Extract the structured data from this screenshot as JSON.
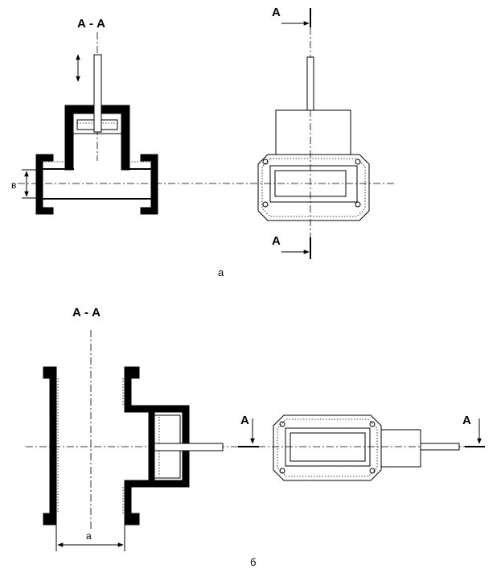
{
  "figure_a": {
    "section_title": "А - А",
    "marker_top": "А",
    "marker_bottom": "А",
    "dimension_label": "в",
    "caption": "а"
  },
  "figure_b": {
    "section_title": "А - А",
    "marker_left": "А",
    "marker_right": "А",
    "dimension_label": "а",
    "caption": "б"
  }
}
